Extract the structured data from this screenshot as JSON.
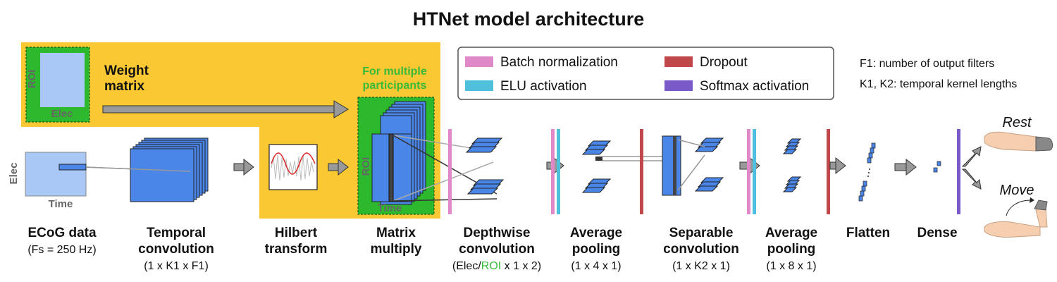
{
  "title": "HTNet model architecture",
  "weight_box": {
    "roi_label": "ROI",
    "elec_label": "Elec",
    "weight_line1": "Weight",
    "weight_line2": "matrix",
    "multi_line1": "For multiple",
    "multi_line2": "participants"
  },
  "legend": {
    "batch_norm": "Batch normalization",
    "elu": "ELU activation",
    "dropout": "Dropout",
    "softmax": "Softmax activation"
  },
  "notes": {
    "f1": "F1: number of output filters",
    "k1k2": "K1, K2: temporal kernel lengths"
  },
  "axes": {
    "elec": "Elec",
    "time": "Time",
    "roi": "ROI",
    "time2": "Time"
  },
  "outputs": {
    "rest": "Rest",
    "move": "Move"
  },
  "stages": {
    "ecog": {
      "line1": "ECoG data",
      "sub": "(Fs = 250 Hz)"
    },
    "temporal": {
      "line1": "Temporal",
      "line2": "convolution",
      "sub": "(1 x K1 x F1)"
    },
    "hilbert": {
      "line1": "Hilbert",
      "line2": "transform"
    },
    "matrix": {
      "line1": "Matrix",
      "line2": "multiply"
    },
    "depthwise": {
      "line1": "Depthwise",
      "line2": "convolution",
      "sub_a": "(Elec/",
      "sub_roi": "ROI",
      "sub_b": " x 1 x 2)"
    },
    "avgpool1": {
      "line1": "Average",
      "line2": "pooling",
      "sub": "(1 x 4 x 1)"
    },
    "separable": {
      "line1": "Separable",
      "line2": "convolution",
      "sub": "(1 x K2 x 1)"
    },
    "avgpool2": {
      "line1": "Average",
      "line2": "pooling",
      "sub": "(1 x 8 x 1)"
    },
    "flatten": {
      "line1": "Flatten"
    },
    "dense": {
      "line1": "Dense"
    }
  },
  "colors": {
    "yellow": "#fac832",
    "green": "#2db92d",
    "blue": "#4a86e8",
    "lightblue": "#a9c8f5",
    "pink": "#e089c9",
    "cyan": "#4ec0dc",
    "red": "#c0474a",
    "purple": "#7a5ac8"
  }
}
